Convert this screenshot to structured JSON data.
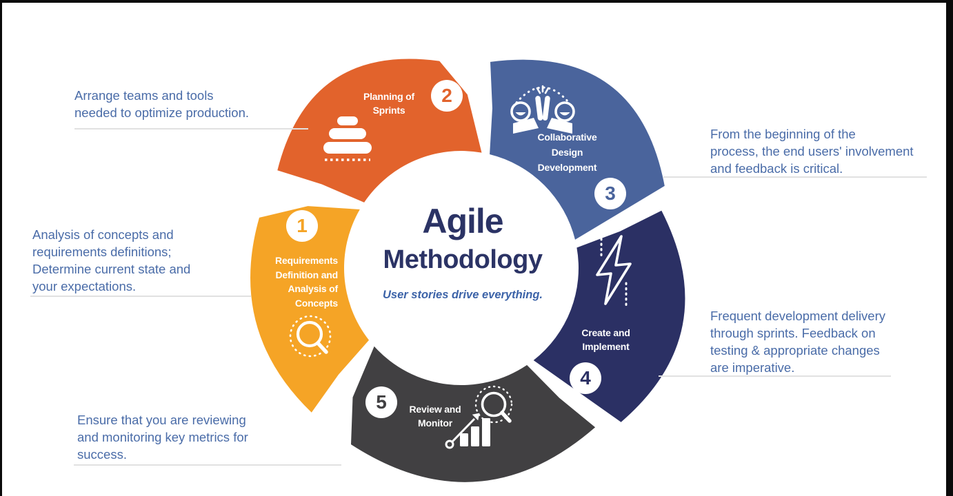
{
  "center": {
    "title_line1": "Agile",
    "title_line2": "Methodology",
    "subtitle": "User stories drive everything."
  },
  "segments": [
    {
      "number": "1",
      "label": "Requirements\nDefinition and\nAnalysis of\nConcepts",
      "color": "#F5A426",
      "icon": "magnifier-icon"
    },
    {
      "number": "2",
      "label": "Planning of\nSprints",
      "color": "#E2632C",
      "icon": "stones-icon"
    },
    {
      "number": "3",
      "label": "Collaborative\nDesign\nDevelopment",
      "color": "#4A649C",
      "icon": "teamwork-high-five-icon"
    },
    {
      "number": "4",
      "label": "Create and\nImplement",
      "color": "#2B3064",
      "icon": "lightning-icon"
    },
    {
      "number": "5",
      "label": "Review and\nMonitor",
      "color": "#414042",
      "icon": "chart-magnifier-icon"
    }
  ],
  "annotations": [
    {
      "id": "top-left",
      "text": "Arrange teams and tools\nneeded to optimize production."
    },
    {
      "id": "left",
      "text": "Analysis of concepts and\nrequirements definitions;\nDetermine current state and\nyour expectations."
    },
    {
      "id": "bottom-left",
      "text": "Ensure that you are reviewing\nand monitoring key metrics for\nsuccess."
    },
    {
      "id": "top-right",
      "text": "From the beginning of the\nprocess, the end users' involvement\nand feedback is critical."
    },
    {
      "id": "right",
      "text": "Frequent development delivery\nthrough sprints. Feedback on\ntesting & appropriate changes\nare imperative."
    }
  ],
  "colors": {
    "title": "#2B3365",
    "subtitle": "#3C63A8",
    "annotation": "#4A6CA8",
    "leader_line": "#E1E1E1",
    "background": "#FFFFFF"
  }
}
